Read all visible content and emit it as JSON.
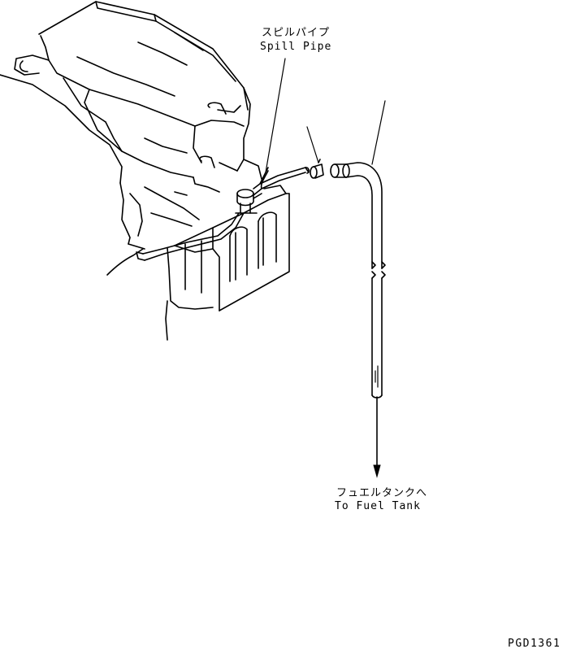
{
  "labels": {
    "spill_pipe_jp": "スピルパイプ",
    "spill_pipe_en": "Spill Pipe",
    "fuel_tank_jp": "フュエルタンクへ",
    "fuel_tank_en": "To Fuel Tank"
  },
  "drawing_code": "PGD1361"
}
